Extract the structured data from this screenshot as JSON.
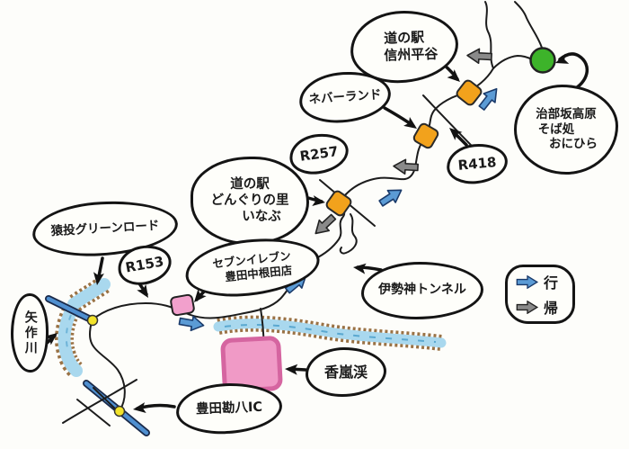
{
  "map": {
    "type": "hand-drawn driving route map",
    "legend": {
      "go_label": "行",
      "return_label": "帰",
      "go_arrow_color": "#5b9bd5",
      "return_arrow_color": "#8a8a8a"
    },
    "places": {
      "michinoeki_hiraya": {
        "line1": "道の駅",
        "line2": "信州平谷"
      },
      "neverland": {
        "line1": "ネバーランド"
      },
      "r257": {
        "line1": "R257"
      },
      "michinoeki_donguri": {
        "line1": "道の駅",
        "line2": "どんぐりの里",
        "line3": "いなぶ"
      },
      "r418": {
        "line1": "R418"
      },
      "onihira": {
        "line1": "治部坂高原",
        "line2": "そば処",
        "line3": "おにひら"
      },
      "sanage_greenroad": {
        "line1": "猿投グリーンロード"
      },
      "r153": {
        "line1": "R153"
      },
      "seven_eleven": {
        "line1": "セブンイレブン",
        "line2": "豊田中根田店"
      },
      "yahagi_river": {
        "line1": "矢作川"
      },
      "isegami_tunnel": {
        "line1": "伊勢神トンネル"
      },
      "korankei": {
        "line1": "香嵐渓"
      },
      "toyota_kampachi_ic": {
        "line1": "豊田勘八IC"
      }
    },
    "marker_colors": {
      "waypoint_orange": "#f2a21c",
      "destination_green": "#3db32a",
      "poi_pink": "#f09ac6",
      "junction_yellow": "#f2e32a",
      "river_blue": "#a9d8ee",
      "riverbank_brown": "#9a7245",
      "road_blue": "#4f8fd0"
    }
  }
}
